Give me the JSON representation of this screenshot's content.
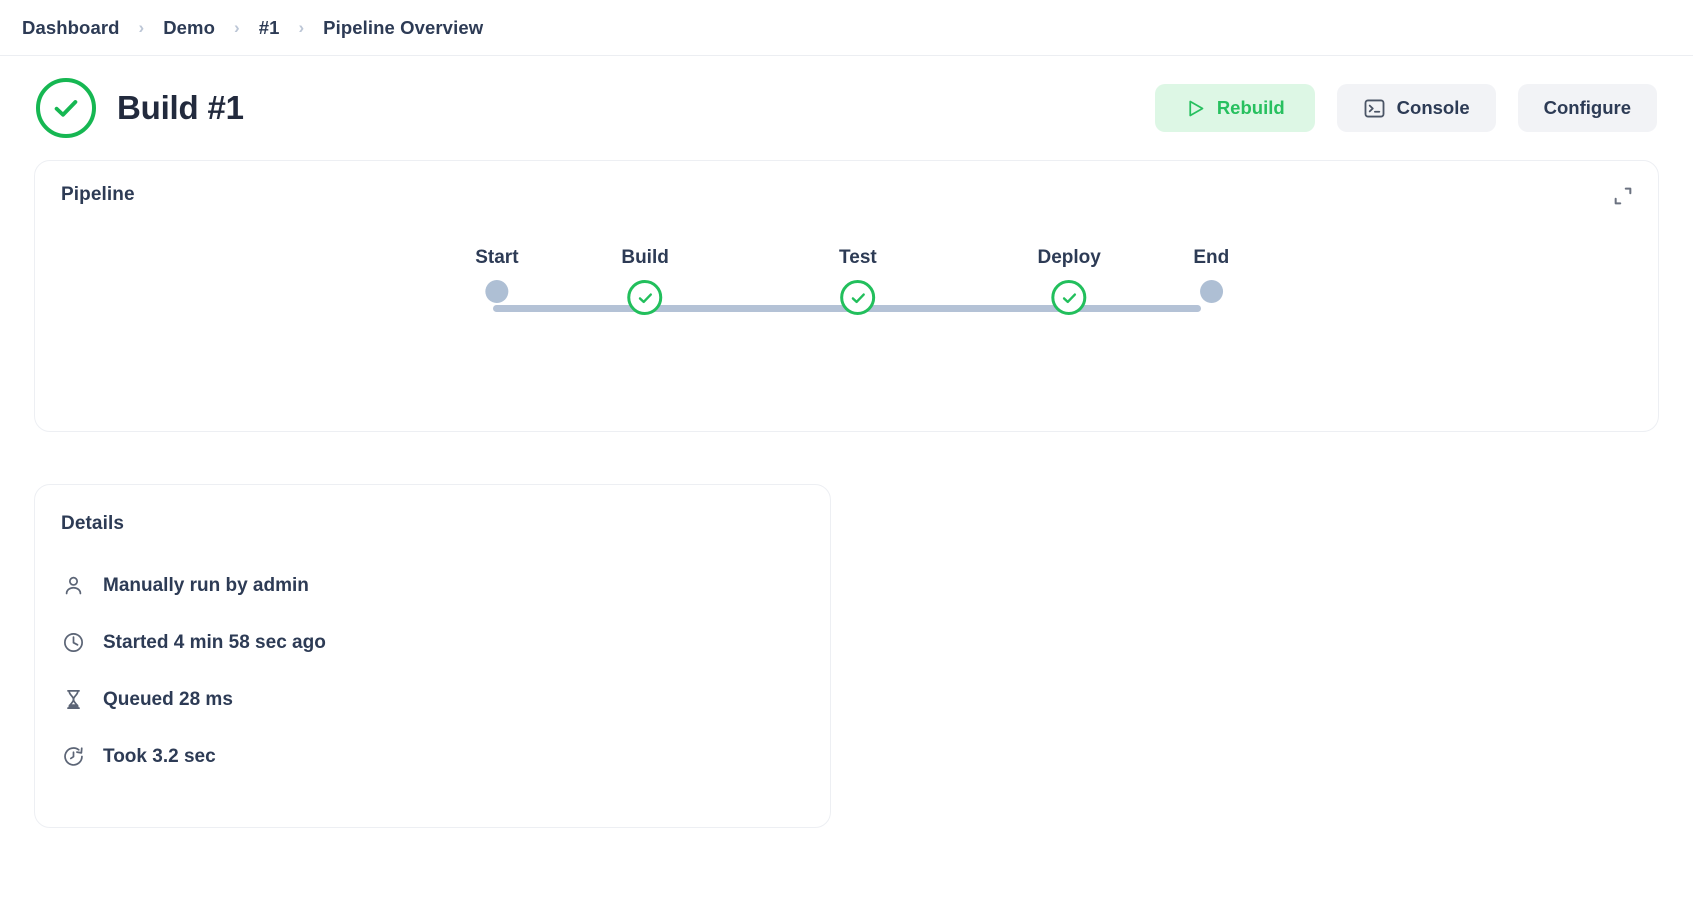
{
  "breadcrumb": {
    "separator": "›",
    "items": [
      {
        "label": "Dashboard"
      },
      {
        "label": "Demo"
      },
      {
        "label": "#1"
      },
      {
        "label": "Pipeline Overview"
      }
    ]
  },
  "header": {
    "status_icon": "check-circle-icon",
    "status_color": "#16b752",
    "title": "Build #1",
    "actions": [
      {
        "label": "Rebuild",
        "icon": "play-icon",
        "style": "success",
        "bg": "#ddf7e5",
        "fg": "#27c05f"
      },
      {
        "label": "Console",
        "icon": "terminal-icon",
        "style": "neutral",
        "bg": "#f2f3f6",
        "fg": "#2d3b55"
      },
      {
        "label": "Configure",
        "icon": null,
        "style": "neutral",
        "bg": "#f2f3f6",
        "fg": "#2d3b55"
      }
    ]
  },
  "pipeline_card": {
    "title": "Pipeline",
    "expand_icon": "expand-icon",
    "line_color": "#b4c2d6",
    "success_color": "#22bf5c",
    "pending_color": "#aebfd4",
    "stages": [
      {
        "label": "Start",
        "state": "endpoint",
        "x_pct": 0
      },
      {
        "label": "Build",
        "state": "success",
        "x_pct": 20
      },
      {
        "label": "Test",
        "state": "success",
        "x_pct": 48
      },
      {
        "label": "Deploy",
        "state": "success",
        "x_pct": 76
      },
      {
        "label": "End",
        "state": "endpoint",
        "x_pct": 96
      }
    ]
  },
  "details_card": {
    "title": "Details",
    "rows": [
      {
        "icon": "user-icon",
        "text": "Manually run by admin"
      },
      {
        "icon": "clock-icon",
        "text": "Started 4 min 58 sec ago"
      },
      {
        "icon": "hourglass-icon",
        "text": "Queued 28 ms"
      },
      {
        "icon": "stopwatch-icon",
        "text": "Took 3.2 sec"
      }
    ]
  }
}
